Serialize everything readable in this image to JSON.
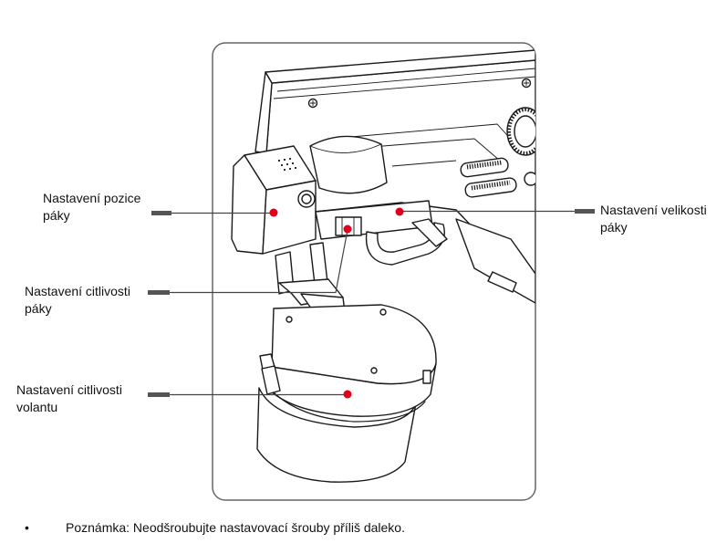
{
  "callouts": {
    "lever_position": {
      "line1": "Nastavení pozice",
      "line2": "páky"
    },
    "lever_sensitivity": {
      "line1": "Nastavení citlivosti",
      "line2": "páky"
    },
    "wheel_sensitivity": {
      "line1": "Nastavení citlivosti",
      "line2": "volantu"
    },
    "lever_size": {
      "line1": "Nastavení velikosti",
      "line2": "páky"
    }
  },
  "note": {
    "bullet": "•",
    "text": "Poznámka: Neodšroubujte nastavovací šrouby příliš daleko."
  },
  "colors": {
    "marker": "#e0001b",
    "leader": "#444444",
    "frame": "#666666"
  }
}
